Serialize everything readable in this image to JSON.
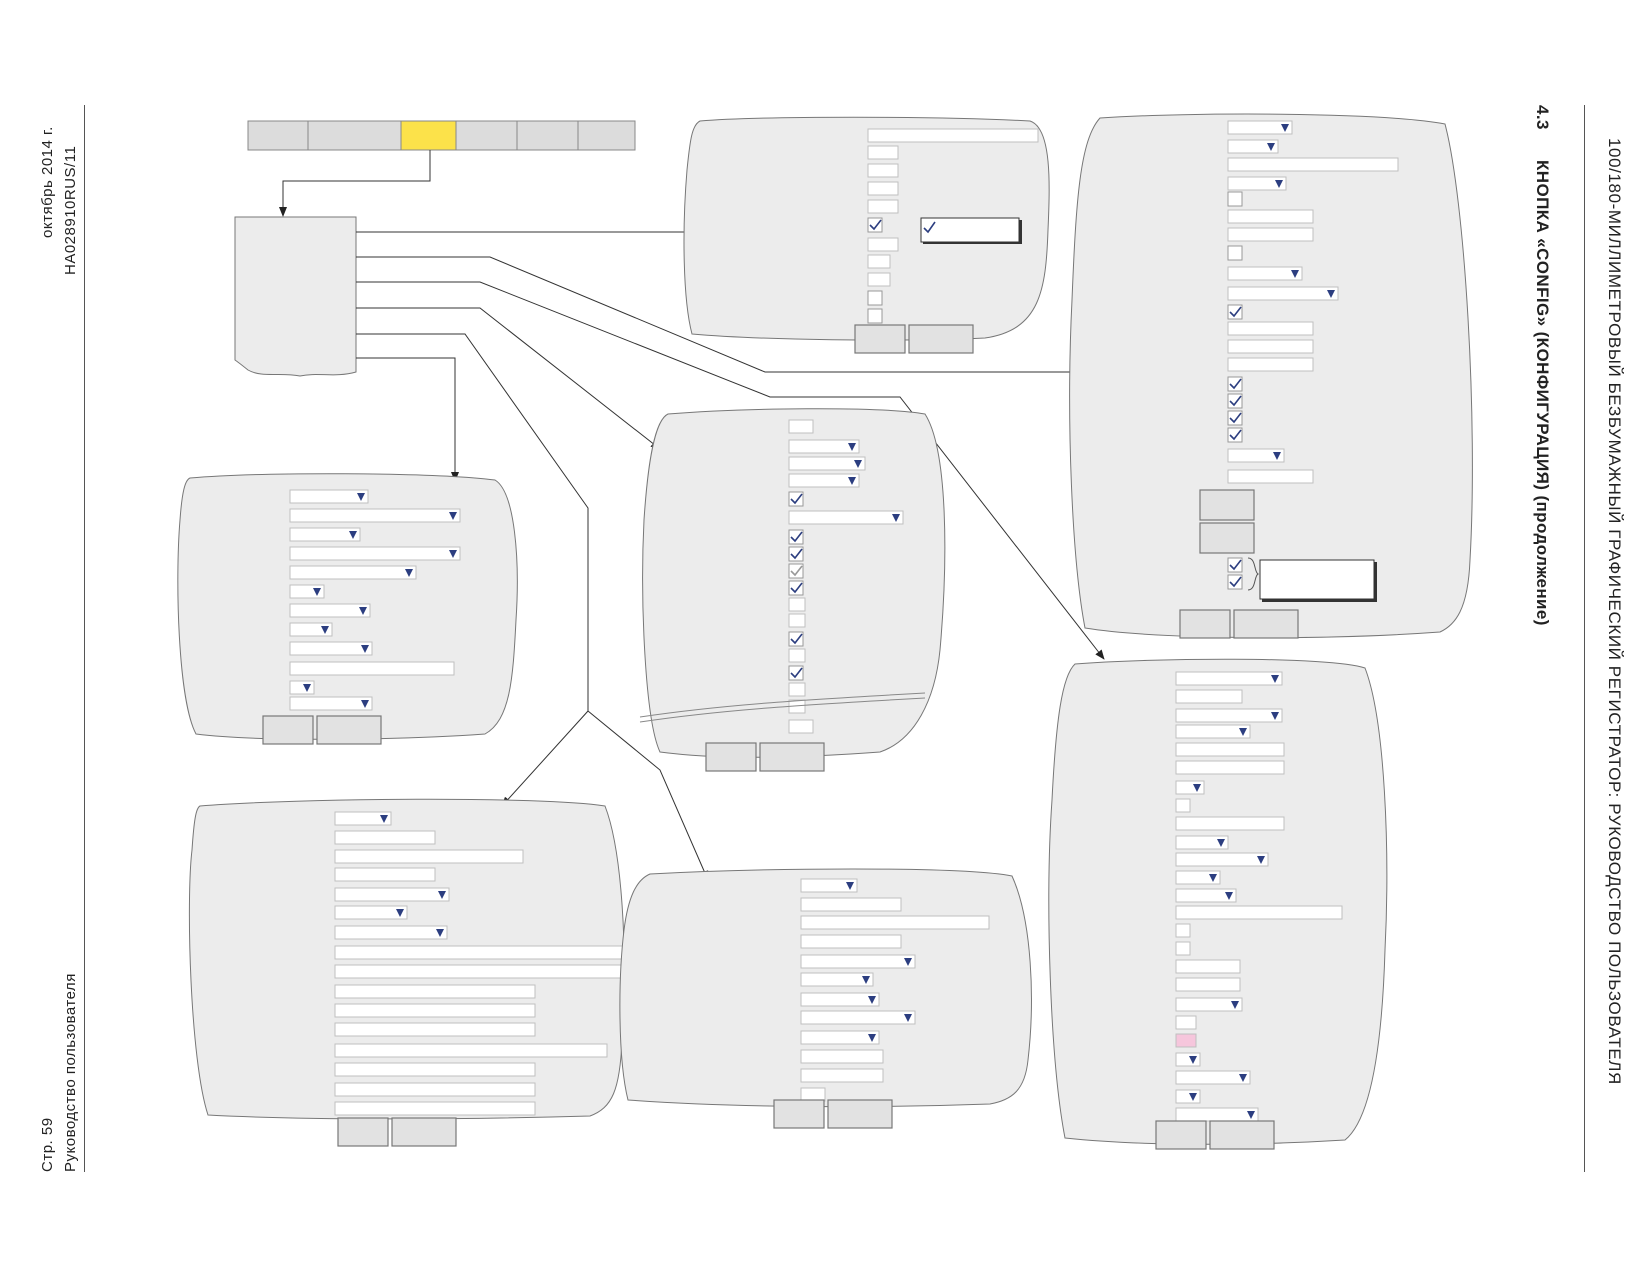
{
  "header": {
    "running_title": "100/180-МИЛЛИМЕТРОВЫЙ БЕЗБУМАЖНЫЙ ГРАФИЧЕСКИЙ РЕГИСТРАТОР: РУКОВОДСТВО ПОЛЬЗОВАТЕЛЯ",
    "section_number": "4.3",
    "section_title": "КНОПКА «CONFIG» (КОНФИГУРАЦИЯ) (продолжение)"
  },
  "footer": {
    "doc_code": "HA028910RUS/11",
    "date": "октябрь 2014 г.",
    "guide_label": "Руководство пользователя",
    "page": "Стр. 59"
  },
  "colors": {
    "panel_fill": "#ececec",
    "active_tab": "#fce24a",
    "tab_fill": "#dcdcdc",
    "dropdown_arrow": "#2c3e80",
    "highlight_field": "#f6c6dc"
  },
  "diagram": {
    "top_bar_tabs": 6,
    "active_tab_index": 2
  }
}
